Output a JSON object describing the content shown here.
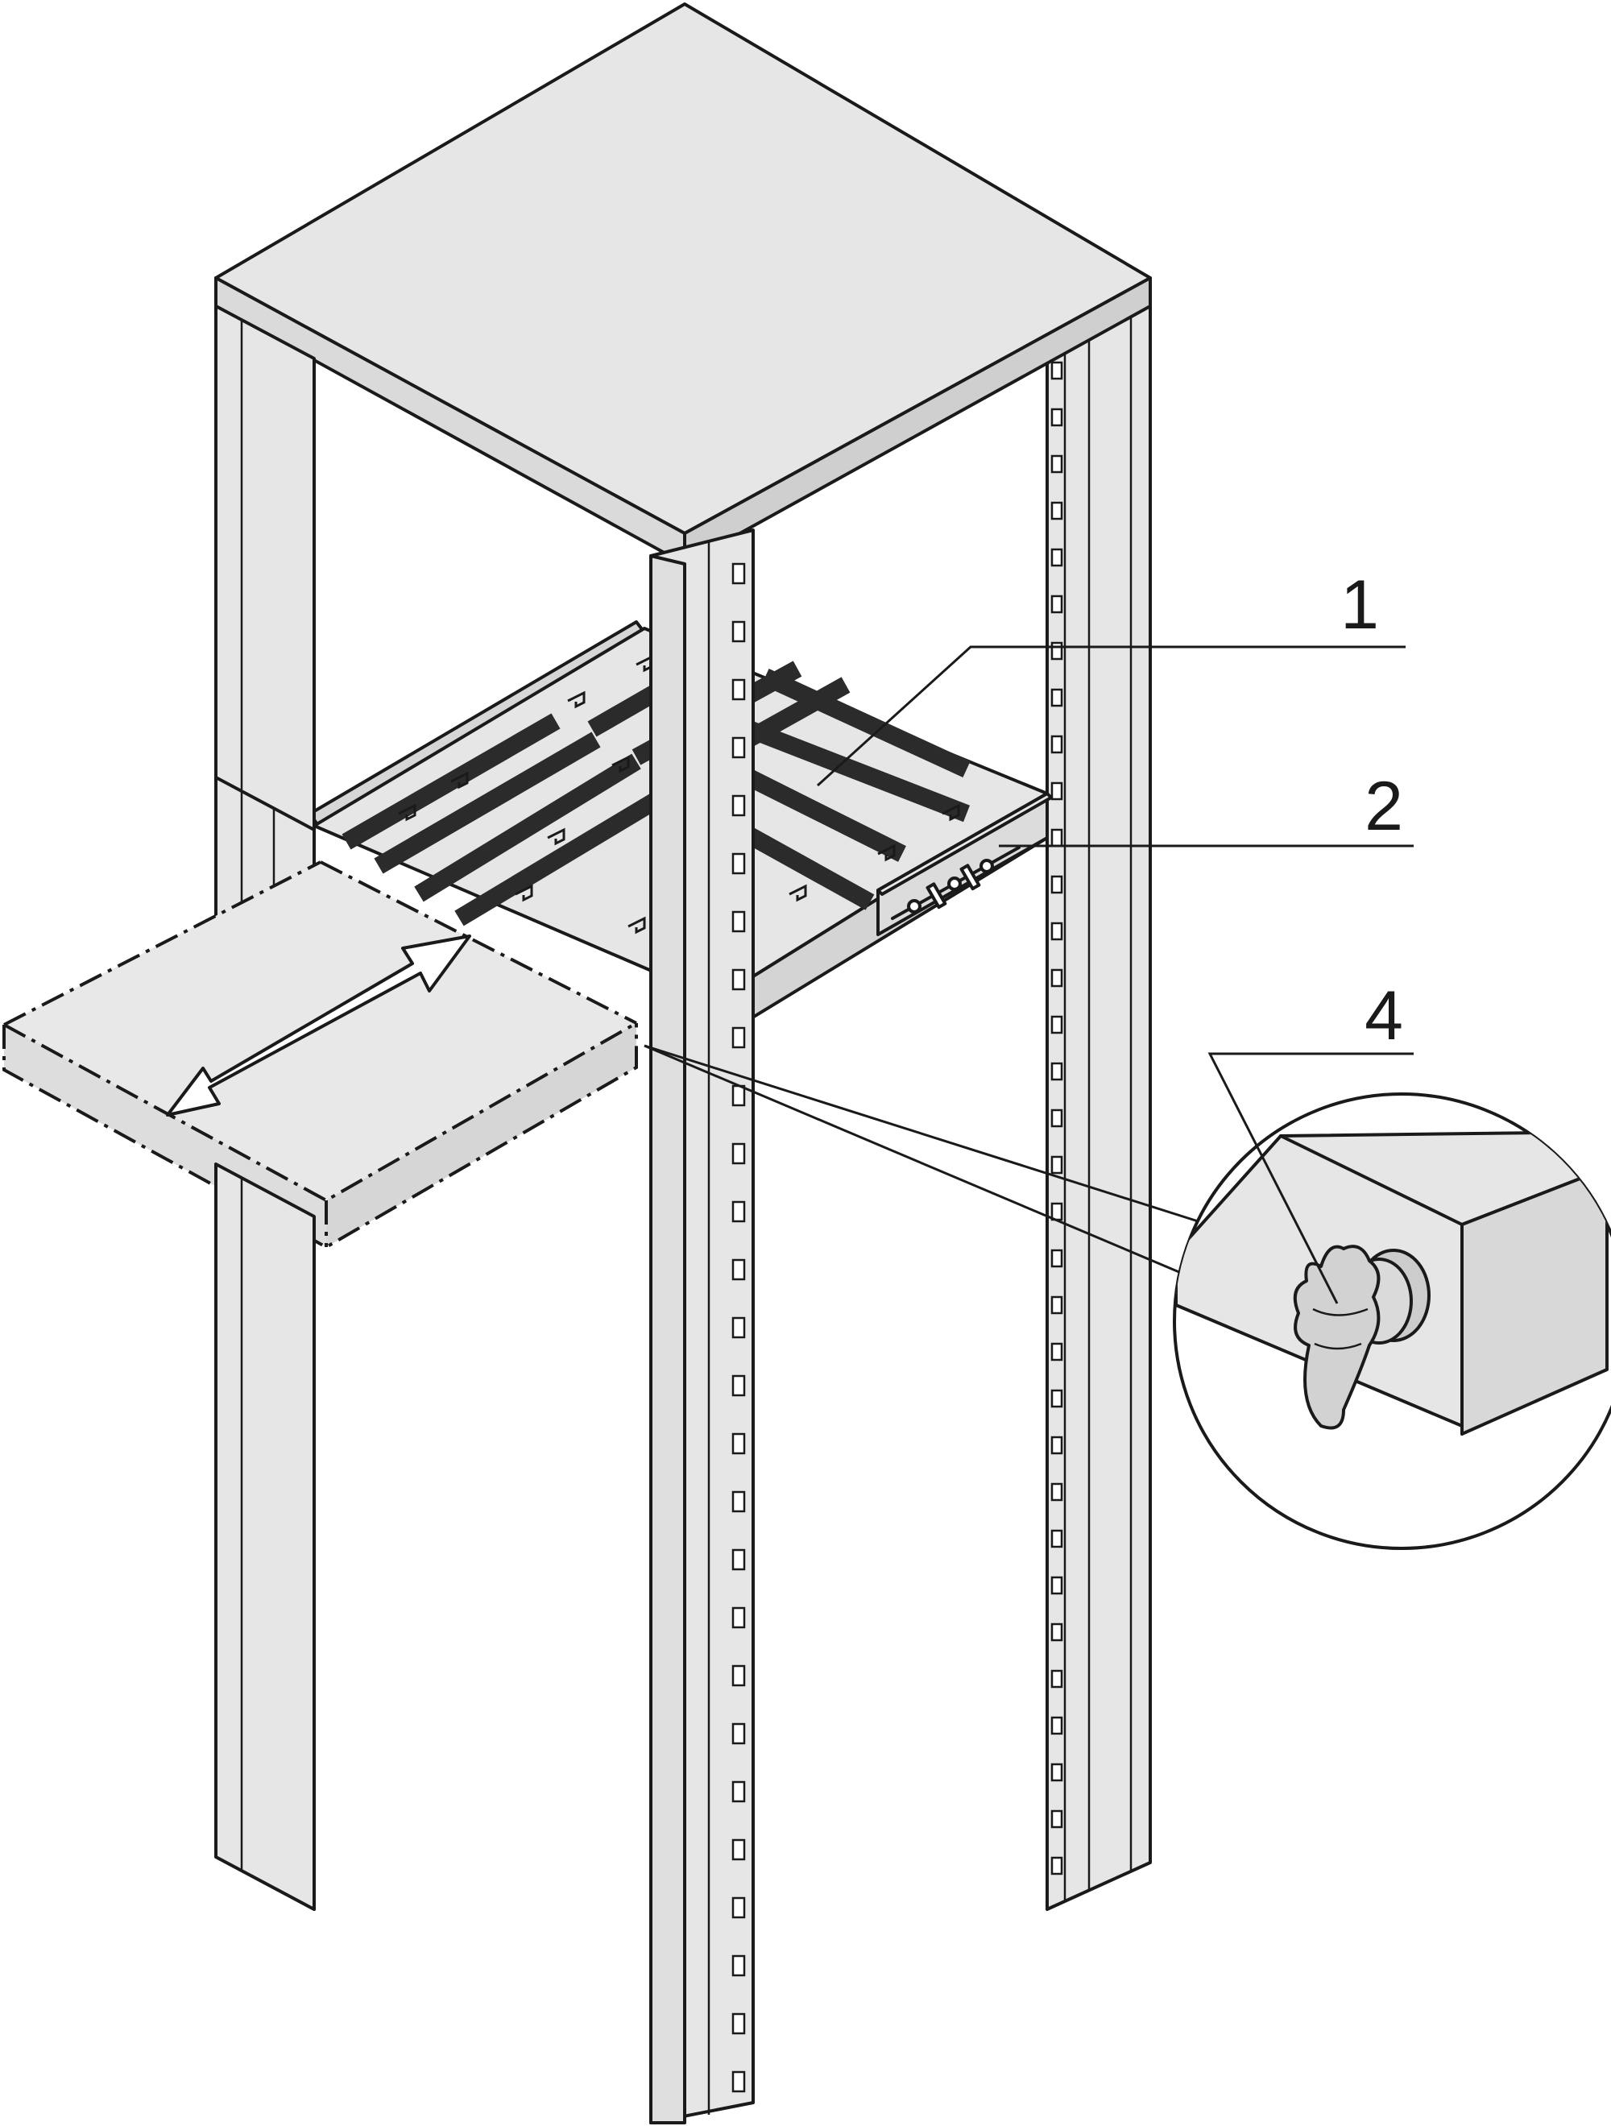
{
  "callouts": [
    {
      "id": "1",
      "text": "1"
    },
    {
      "id": "2",
      "text": "2"
    },
    {
      "id": "4",
      "text": "4"
    }
  ],
  "colors": {
    "outline": "#1a1a1a",
    "panel_fill": "#e6e6e6",
    "panel_dark": "#c8c8c8",
    "vent_fill": "#2b2b2b",
    "background": "#ffffff"
  },
  "components": {
    "frame": "rack-frame",
    "shelf": "telescopic-shelf",
    "slide_rail": "slide-rail",
    "knob": "wing-knob-detail",
    "motion": "double-arrow-icon"
  }
}
